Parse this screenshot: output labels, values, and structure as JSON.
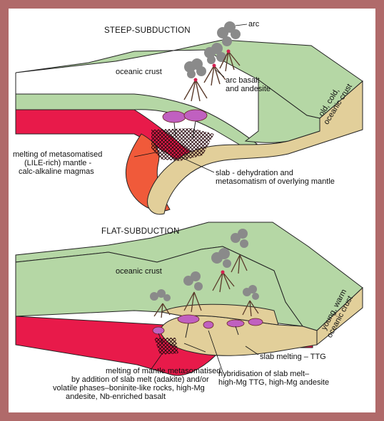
{
  "colors": {
    "border": "#b06a6a",
    "crust_top": "#b5d7a5",
    "crust_side": "#e8d8a8",
    "mantle": "#e81a4a",
    "mantle_deep": "#f05a3a",
    "slab": "#e2cf9a",
    "melt": "#c060c0",
    "smoke": "#8a8a8a",
    "lava": "#d42050"
  },
  "steep": {
    "title": "STEEP-SUBDUCTION",
    "arc": "arc",
    "oceanic_crust": "oceanic crust",
    "arc_basalt": [
      "arc basalt",
      "and andesite"
    ],
    "old_crust": [
      "old, cold,",
      "oceanic crust"
    ],
    "melting": [
      "melting of metasomatised",
      "(LILE-rich) mantle -",
      "calc-alkaline magmas"
    ],
    "slab_dehydration": [
      "slab - dehydration and",
      "metasomatism of overlying mantle"
    ]
  },
  "flat": {
    "title": "FLAT-SUBDUCTION",
    "oceanic_crust": "oceanic crust",
    "young_crust": [
      "young, warm",
      "oceanic crust"
    ],
    "slab_melting": "slab melting – TTG",
    "hybridisation": [
      "hybridisation of slab melt–",
      "high-Mg TTG, high-Mg andesite"
    ],
    "melting": [
      "melting of mantle metasomatised",
      "by addition of slab melt (adakite) and/or",
      "volatile phases–boninite-like rocks, high-Mg",
      "andesite, Nb-enriched basalt"
    ]
  }
}
